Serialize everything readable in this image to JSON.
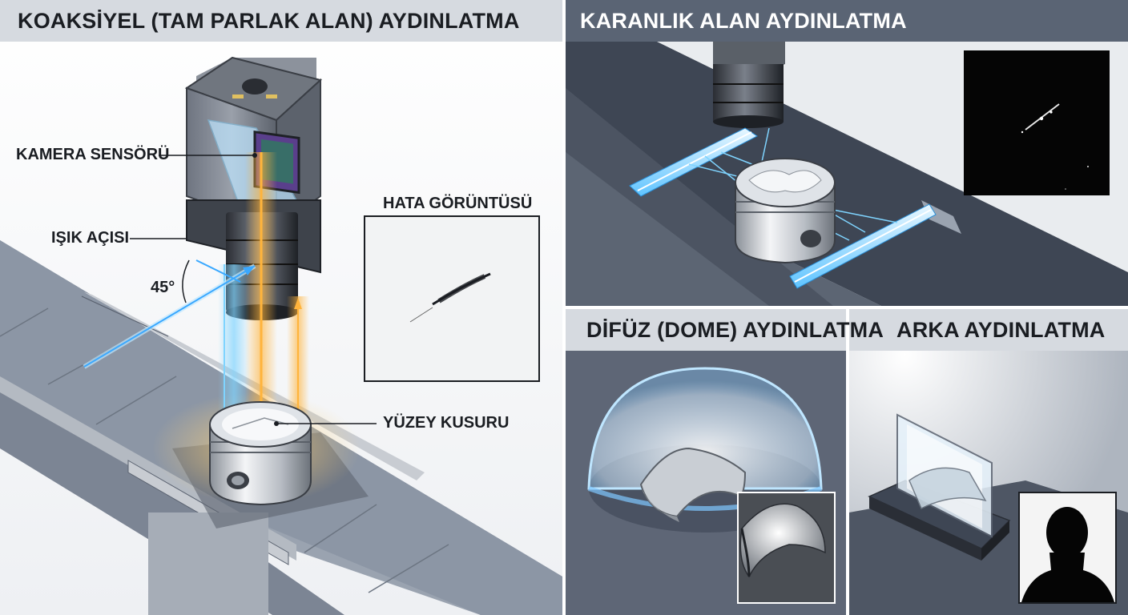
{
  "panels": {
    "coaxial": {
      "title": "KOAKSİYEL (TAM PARLAK ALAN) AYDINLATMA",
      "labels": {
        "camera_sensor": "KAMERA SENSÖRÜ",
        "light_angle": "IŞIK AÇISI",
        "angle_value": "45°",
        "defect_image": "HATA GÖRÜNTÜSÜ",
        "surface_defect": "YÜZEY KUSURU"
      }
    },
    "dark_field": {
      "title": "KARANLIK ALAN AYDINLATMA"
    },
    "diffuse": {
      "title": "DİFÜZ (DOME) AYDINLATMA"
    },
    "back": {
      "title": "ARKA AYDINLATMA"
    }
  },
  "colors": {
    "header_bg": "#d6dae0",
    "header_dark_bg": "#5a6474",
    "conveyor": "#8c96a5",
    "light_blue": "#7fd4ff",
    "light_orange": "#ffb43c",
    "panel_dark": "#3e4654"
  }
}
